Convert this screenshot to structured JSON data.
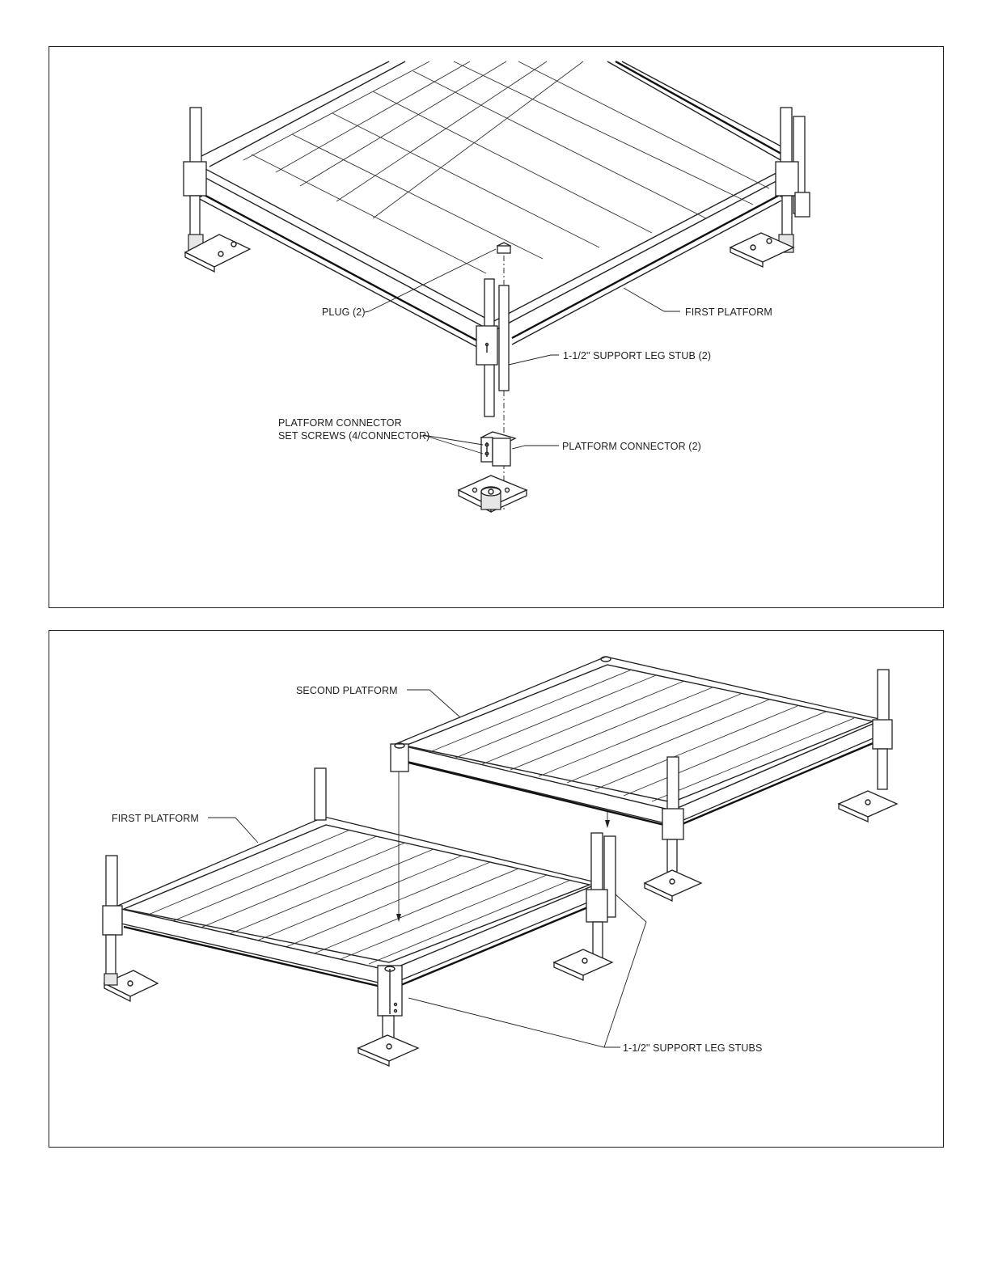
{
  "figure_1": {
    "labels": {
      "plug": "PLUG (2)",
      "first_platform": "FIRST PLATFORM",
      "support_leg_stub": "1-1/2\" SUPPORT LEG STUB (2)",
      "set_screws_line1": "PLATFORM CONNECTOR",
      "set_screws_line2": "SET SCREWS (4/CONNECTOR)",
      "platform_connector": "PLATFORM CONNECTOR (2)"
    }
  },
  "figure_2": {
    "labels": {
      "second_platform": "SECOND PLATFORM",
      "first_platform": "FIRST PLATFORM",
      "support_leg_stubs": "1-1/2\" SUPPORT LEG STUBS"
    }
  }
}
